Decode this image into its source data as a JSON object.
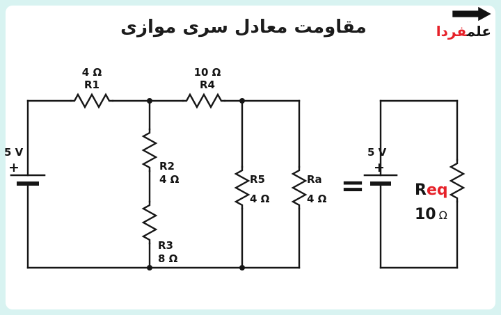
{
  "title": "مقاومت معادل سری موازی",
  "logo": {
    "brand_black": "علم",
    "brand_red": "فردا"
  },
  "source_left": {
    "voltage": "5 V",
    "polarity": "+"
  },
  "source_right": {
    "voltage": "5 V",
    "polarity": "+"
  },
  "resistors": {
    "r1": {
      "name": "R1",
      "value": "4 Ω"
    },
    "r4": {
      "name": "R4",
      "value": "10 Ω"
    },
    "r2": {
      "name": "R2",
      "value": "4 Ω"
    },
    "r3": {
      "name": "R3",
      "value": "8 Ω"
    },
    "r5": {
      "name": "R5",
      "value": "4 Ω"
    },
    "ra": {
      "name": "Ra",
      "value": "4 Ω"
    }
  },
  "equals_sign": "=",
  "equivalent": {
    "label_r": "R",
    "label_eq": "eq",
    "value": "10",
    "unit": "Ω"
  },
  "colors": {
    "background": "#d8f3f1",
    "ink": "#141414",
    "accent_red": "#e62129"
  }
}
